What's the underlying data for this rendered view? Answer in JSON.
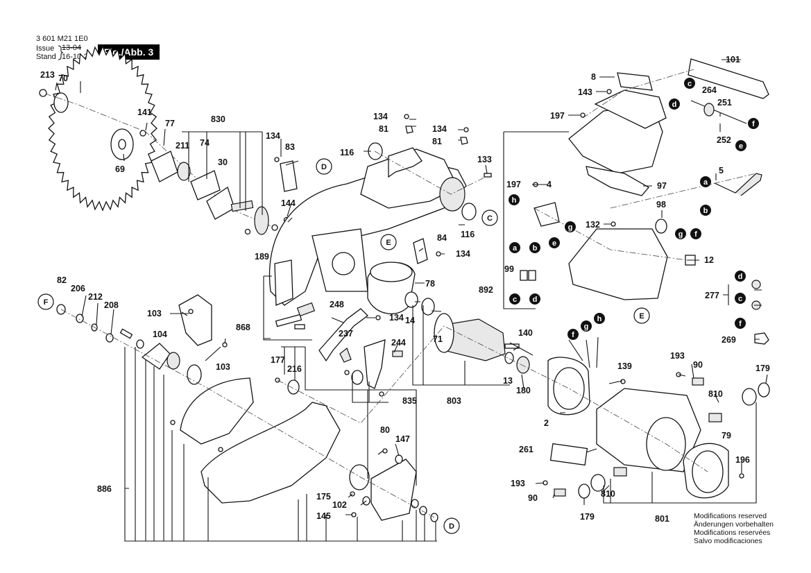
{
  "header": {
    "part_code": "3 601 M21 1E0",
    "issue_label": "Issue",
    "stand_label": "Stand",
    "issue_date": "13-04",
    "stand_date": "16-10-26",
    "figure_label": "Fig./Abb. 3"
  },
  "notes": [
    "Modifications reserved",
    "Änderungen vorbehalten",
    "Modifications reservées",
    "Salvo modificaciones"
  ],
  "callouts": {
    "open": [
      "D",
      "C",
      "E",
      "F",
      "E",
      "D"
    ],
    "filled": [
      "c",
      "d",
      "f",
      "e",
      "a",
      "b",
      "h",
      "g",
      "e",
      "a",
      "b",
      "c",
      "d",
      "g",
      "f",
      "d",
      "c",
      "f",
      "f",
      "g",
      "h"
    ]
  },
  "labels": {
    "l101": "101",
    "l8": "8",
    "l143": "143",
    "l197a": "197",
    "l264": "264",
    "l251": "251",
    "l252": "252",
    "l5": "5",
    "l197b": "197",
    "l4": "4",
    "l97": "97",
    "l98": "98",
    "l132": "132",
    "l12": "12",
    "l99": "99",
    "l892": "892",
    "l277": "277",
    "l269": "269",
    "l140": "140",
    "l139": "139",
    "l193a": "193",
    "l90a": "90",
    "l179a": "179",
    "l810a": "810",
    "l79": "79",
    "l196": "196",
    "l261": "261",
    "l193b": "193",
    "l90b": "90",
    "l810b": "810",
    "l179b": "179",
    "l801": "801",
    "l180": "180",
    "l13": "13",
    "l2": "2",
    "l803": "803",
    "l71": "71",
    "l14": "14",
    "l78": "78",
    "l84": "84",
    "l134e": "134",
    "l116a": "116",
    "l116b": "116",
    "l133": "133",
    "l134a": "134",
    "l81a": "81",
    "l134b": "134",
    "l81b": "81",
    "l83": "83",
    "l134c": "134",
    "l144": "144",
    "l189": "189",
    "l868": "868",
    "l830": "830",
    "l211": "211",
    "l74": "74",
    "l30": "30",
    "l77": "77",
    "l141": "141",
    "l213": "213",
    "l70": "70",
    "l69": "69",
    "l82": "82",
    "l206": "206",
    "l212": "212",
    "l208": "208",
    "l103a": "103",
    "l104": "104",
    "l103b": "103",
    "l248": "248",
    "l134d": "134",
    "l237": "237",
    "l244": "244",
    "l835": "835",
    "l177": "177",
    "l216": "216",
    "l80": "80",
    "l147": "147",
    "l175": "175",
    "l102": "102",
    "l145": "145",
    "l886": "886"
  }
}
